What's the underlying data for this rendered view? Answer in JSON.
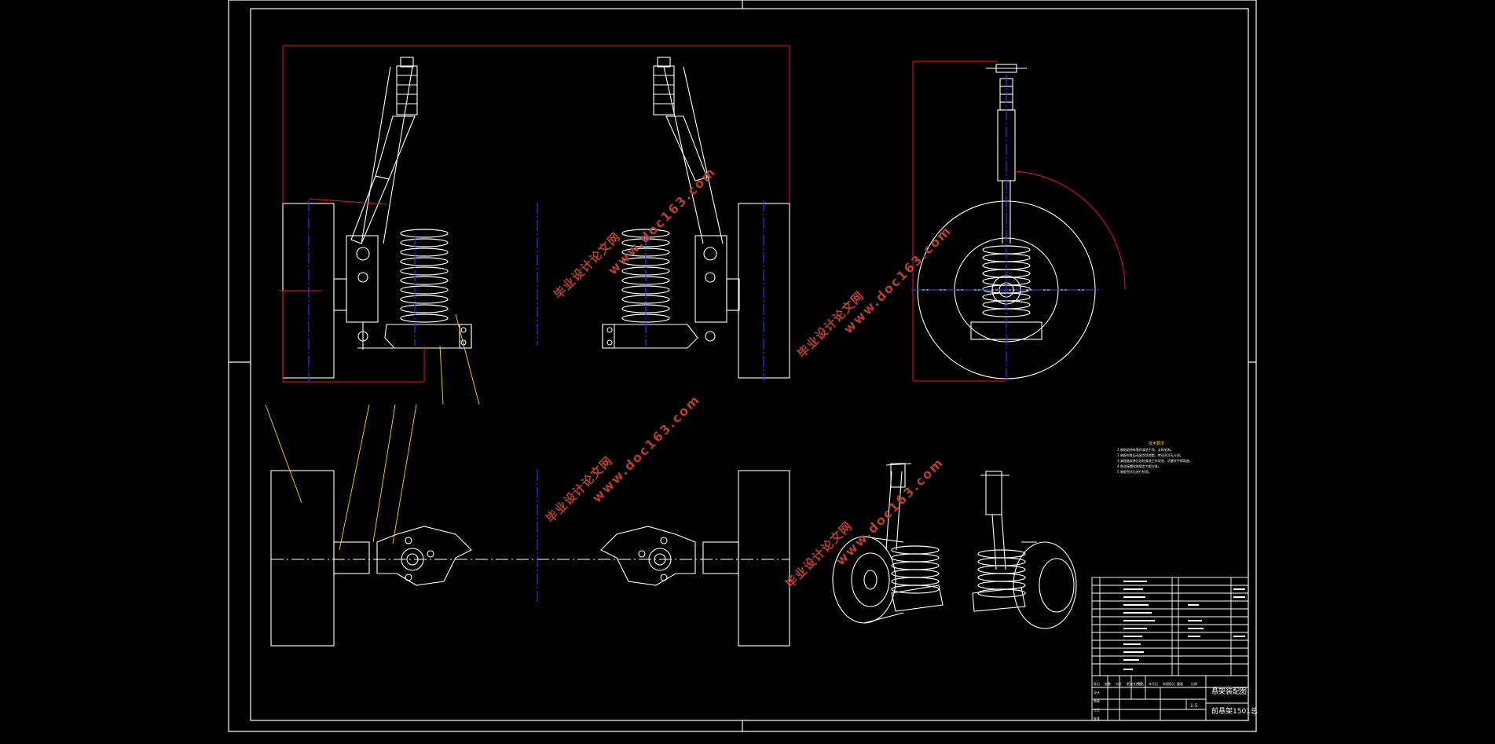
{
  "watermark": {
    "cn": "毕业设计论文网",
    "en": "www.doc163.com"
  },
  "tech_notes": {
    "title": "技术要求",
    "items": [
      "1.装配前所有零件清洗干净，去除毛刺。",
      "2.装配时各运动副涂润滑脂，转动灵活无卡滞。",
      "3.减振器安装后应检查其工作状态，活塞杆不得弯曲。",
      "4.各连接螺栓按规定力矩拧紧。",
      "5.装配完毕后进行检验。"
    ]
  },
  "title_block": {
    "drawing_name": "悬架装配图",
    "drawing_no": "前悬架1501总",
    "scale": "1:5",
    "labels": [
      "标记",
      "处数",
      "分区",
      "更改文件号",
      "签名",
      "年月日",
      "设计",
      "审核",
      "工艺",
      "批准",
      "阶段标记",
      "重量",
      "比例"
    ]
  },
  "colors": {
    "line": "#ffffff",
    "dim": "#e8132b",
    "center": "#1a3cff",
    "leader": "#ffd400",
    "watermark": "#b53e2d"
  }
}
